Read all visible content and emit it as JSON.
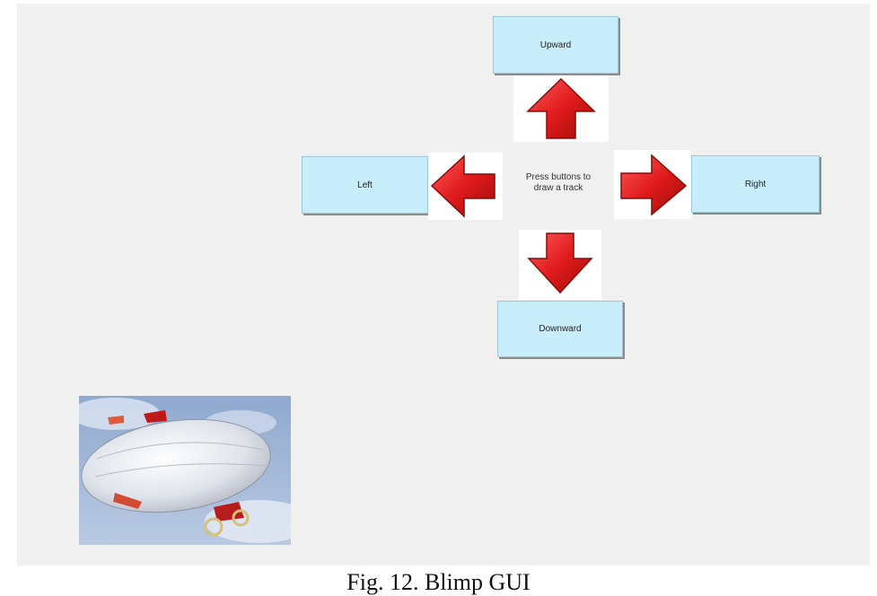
{
  "buttons": {
    "upward": "Upward",
    "downward": "Downward",
    "left": "Left",
    "right": "Right"
  },
  "instruction": "Press buttons to\ndraw a track",
  "caption": "Fig. 12. Blimp GUI",
  "icons": {
    "up": "arrow-up-icon",
    "down": "arrow-down-icon",
    "left": "arrow-left-icon",
    "right": "arrow-right-icon",
    "photo": "blimp-photo"
  },
  "colors": {
    "panel_background": "#f0f0f0",
    "button_fill": "#c7eefa",
    "arrow_red": "#e01b1b"
  }
}
